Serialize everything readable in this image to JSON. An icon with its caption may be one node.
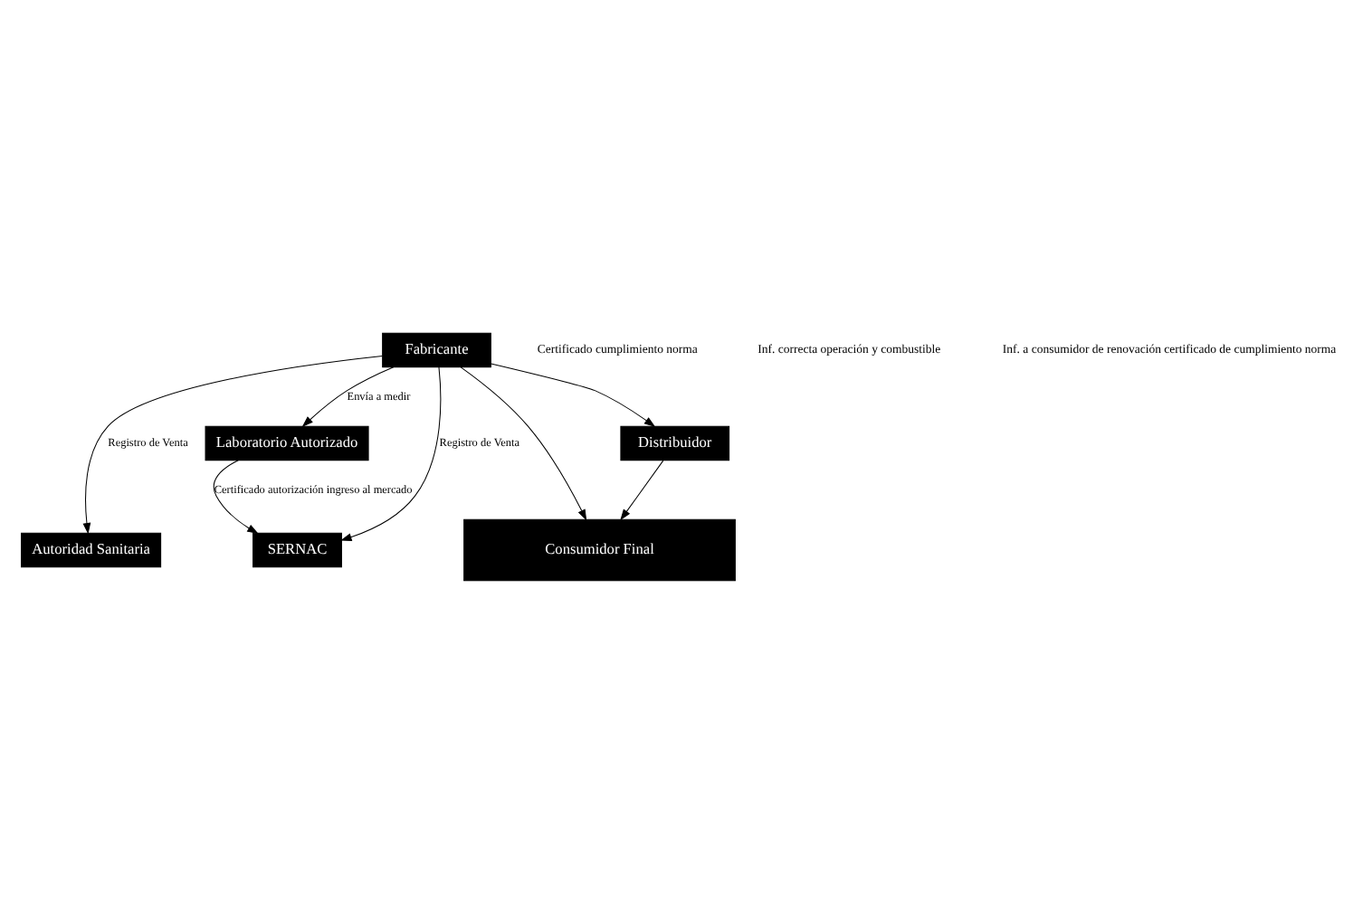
{
  "diagram": {
    "nodes": [
      {
        "text": [
          "Fabricante"
        ]
      },
      {
        "text": [
          "SERNAC"
        ]
      },
      {
        "text": [
          "Autoridad Sanitaria"
        ]
      },
      {
        "text": [
          "Laboratorio Autorizado"
        ]
      },
      {
        "text": [
          "Distribuidor"
        ]
      },
      {
        "text": [
          "Consumidor Final"
        ]
      }
    ],
    "edges": [
      {
        "from": 0,
        "to": 1,
        "arrow": "to",
        "label": "Registro de Venta"
      },
      {
        "from": 0,
        "to": 2,
        "arrow": "to",
        "label": "Registro de Venta"
      },
      {
        "from": 0,
        "to": 3,
        "arrow": "to",
        "label": "Envía a medir"
      },
      {
        "from": 3,
        "to": 1,
        "arrow": "to",
        "label": "Certificado autorización ingreso al mercado"
      },
      {
        "from": 0,
        "to": 5,
        "arrow": "to"
      },
      {
        "from": 0,
        "to": 4,
        "arrow": "to"
      },
      {
        "from": 4,
        "to": 5,
        "arrow": "to"
      }
    ],
    "labels": [
      "Certificado cumplimiento norma",
      "Inf. correcta operación y combustible",
      "Inf. a consumidor de renovación certificado de cumplimiento norma"
    ]
  }
}
